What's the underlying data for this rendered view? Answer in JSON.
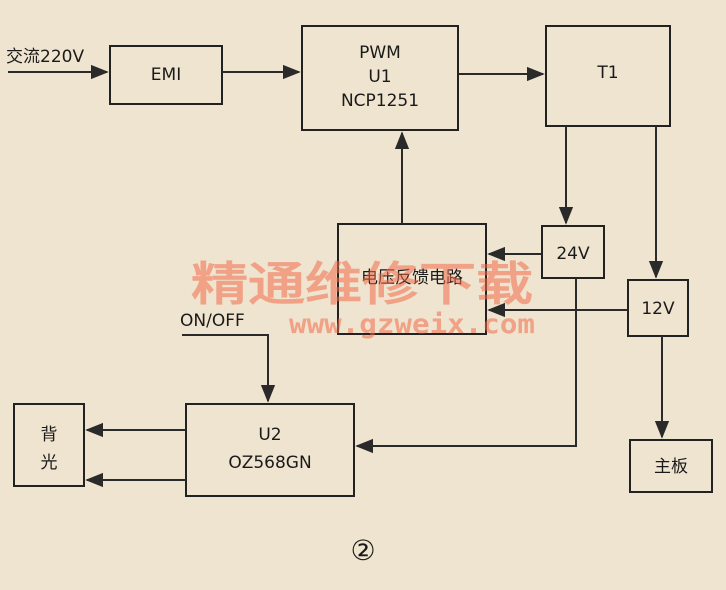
{
  "input_label": "交流220V",
  "blocks": {
    "emi": "EMI",
    "pwm": [
      "PWM",
      "U1",
      "NCP1251"
    ],
    "t1": "T1",
    "v24": "24V",
    "feedback": "电压反馈电路",
    "v12": "12V",
    "u2": [
      "U2",
      "OZ568GN"
    ],
    "backlight": [
      "背",
      "光"
    ],
    "mainboard": "主板"
  },
  "onoff_label": "ON/OFF",
  "watermark": {
    "title": "精通维修下载",
    "url": "www.gzweix.com"
  },
  "figure_number": "②"
}
